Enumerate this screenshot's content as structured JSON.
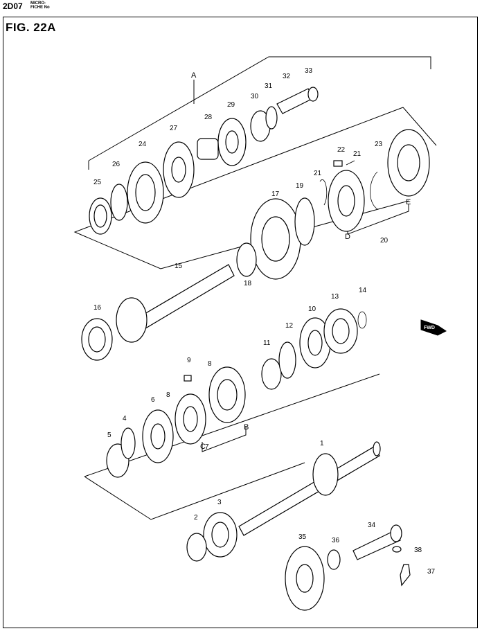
{
  "header": {
    "page_code": "2D07",
    "fiche_line1": "MICRO-",
    "fiche_line2": "FICHE No",
    "figure_title": "FIG. 22A"
  },
  "fwd_label": "FWD",
  "group_letters": [
    "A",
    "B",
    "C",
    "D",
    "E"
  ],
  "callouts": [
    "1",
    "2",
    "3",
    "4",
    "5",
    "6",
    "7",
    "8",
    "8",
    "9",
    "10",
    "11",
    "12",
    "13",
    "14",
    "15",
    "16",
    "17",
    "18",
    "19",
    "20",
    "21",
    "21",
    "22",
    "23",
    "24",
    "25",
    "26",
    "27",
    "28",
    "29",
    "30",
    "31",
    "32",
    "33",
    "34",
    "35",
    "36",
    "37",
    "38"
  ]
}
